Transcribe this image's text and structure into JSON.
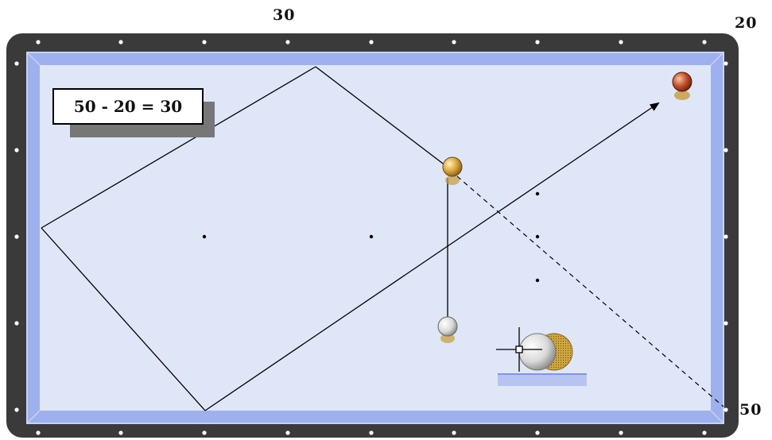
{
  "diagram": {
    "top_label": "30",
    "corner_top_right_label": "20",
    "corner_bottom_right_label": "50",
    "formula": "50 - 20 = 30"
  },
  "colors": {
    "rail": "#3a3a3a",
    "cushion": "#9fb0ee",
    "cloth": "#dfe6f7",
    "diamond": "#ffffff",
    "ball_white": "#e8e8e8",
    "ball_yellow": "#d9a63a",
    "ball_red": "#c0502a",
    "shadow": "#777777"
  },
  "icons": {
    "crosshair": "crosshair-icon",
    "ball_selector": "ball-selector-icon"
  }
}
